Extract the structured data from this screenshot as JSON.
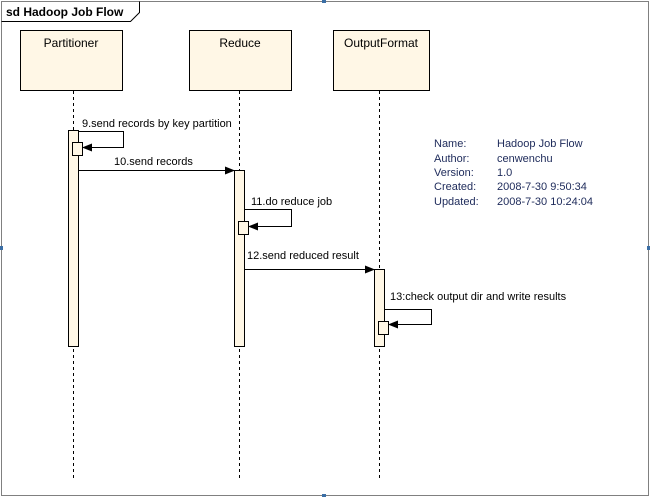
{
  "frame": {
    "title": "sd Hadoop Job Flow"
  },
  "lifelines": [
    {
      "id": "partitioner",
      "label": "Partitioner"
    },
    {
      "id": "reduce",
      "label": "Reduce"
    },
    {
      "id": "outputformat",
      "label": "OutputFormat"
    }
  ],
  "messages": [
    {
      "id": "m9",
      "label": "9.send records by key partition",
      "from": "partitioner",
      "to": "partitioner",
      "kind": "self"
    },
    {
      "id": "m10",
      "label": "10.send records",
      "from": "partitioner",
      "to": "reduce",
      "kind": "call"
    },
    {
      "id": "m11",
      "label": "11.do reduce job",
      "from": "reduce",
      "to": "reduce",
      "kind": "self"
    },
    {
      "id": "m12",
      "label": "12.send reduced result",
      "from": "reduce",
      "to": "outputformat",
      "kind": "call"
    },
    {
      "id": "m13",
      "label": "13:check output dir and write results",
      "from": "outputformat",
      "to": "outputformat",
      "kind": "self"
    }
  ],
  "note": {
    "rows": [
      {
        "key": "Name:",
        "value": "Hadoop Job Flow"
      },
      {
        "key": "Author:",
        "value": "cenwenchu"
      },
      {
        "key": "Version:",
        "value": "1.0"
      },
      {
        "key": "Created:",
        "value": "2008-7-30 9:50:34"
      },
      {
        "key": "Updated:",
        "value": "2008-7-30 10:24:04"
      }
    ]
  },
  "colors": {
    "lifeline_box_fill": "#fff7e6",
    "activation_fill": "#fff7e6",
    "note_text": "#1d2a5a",
    "line": "#000000"
  }
}
